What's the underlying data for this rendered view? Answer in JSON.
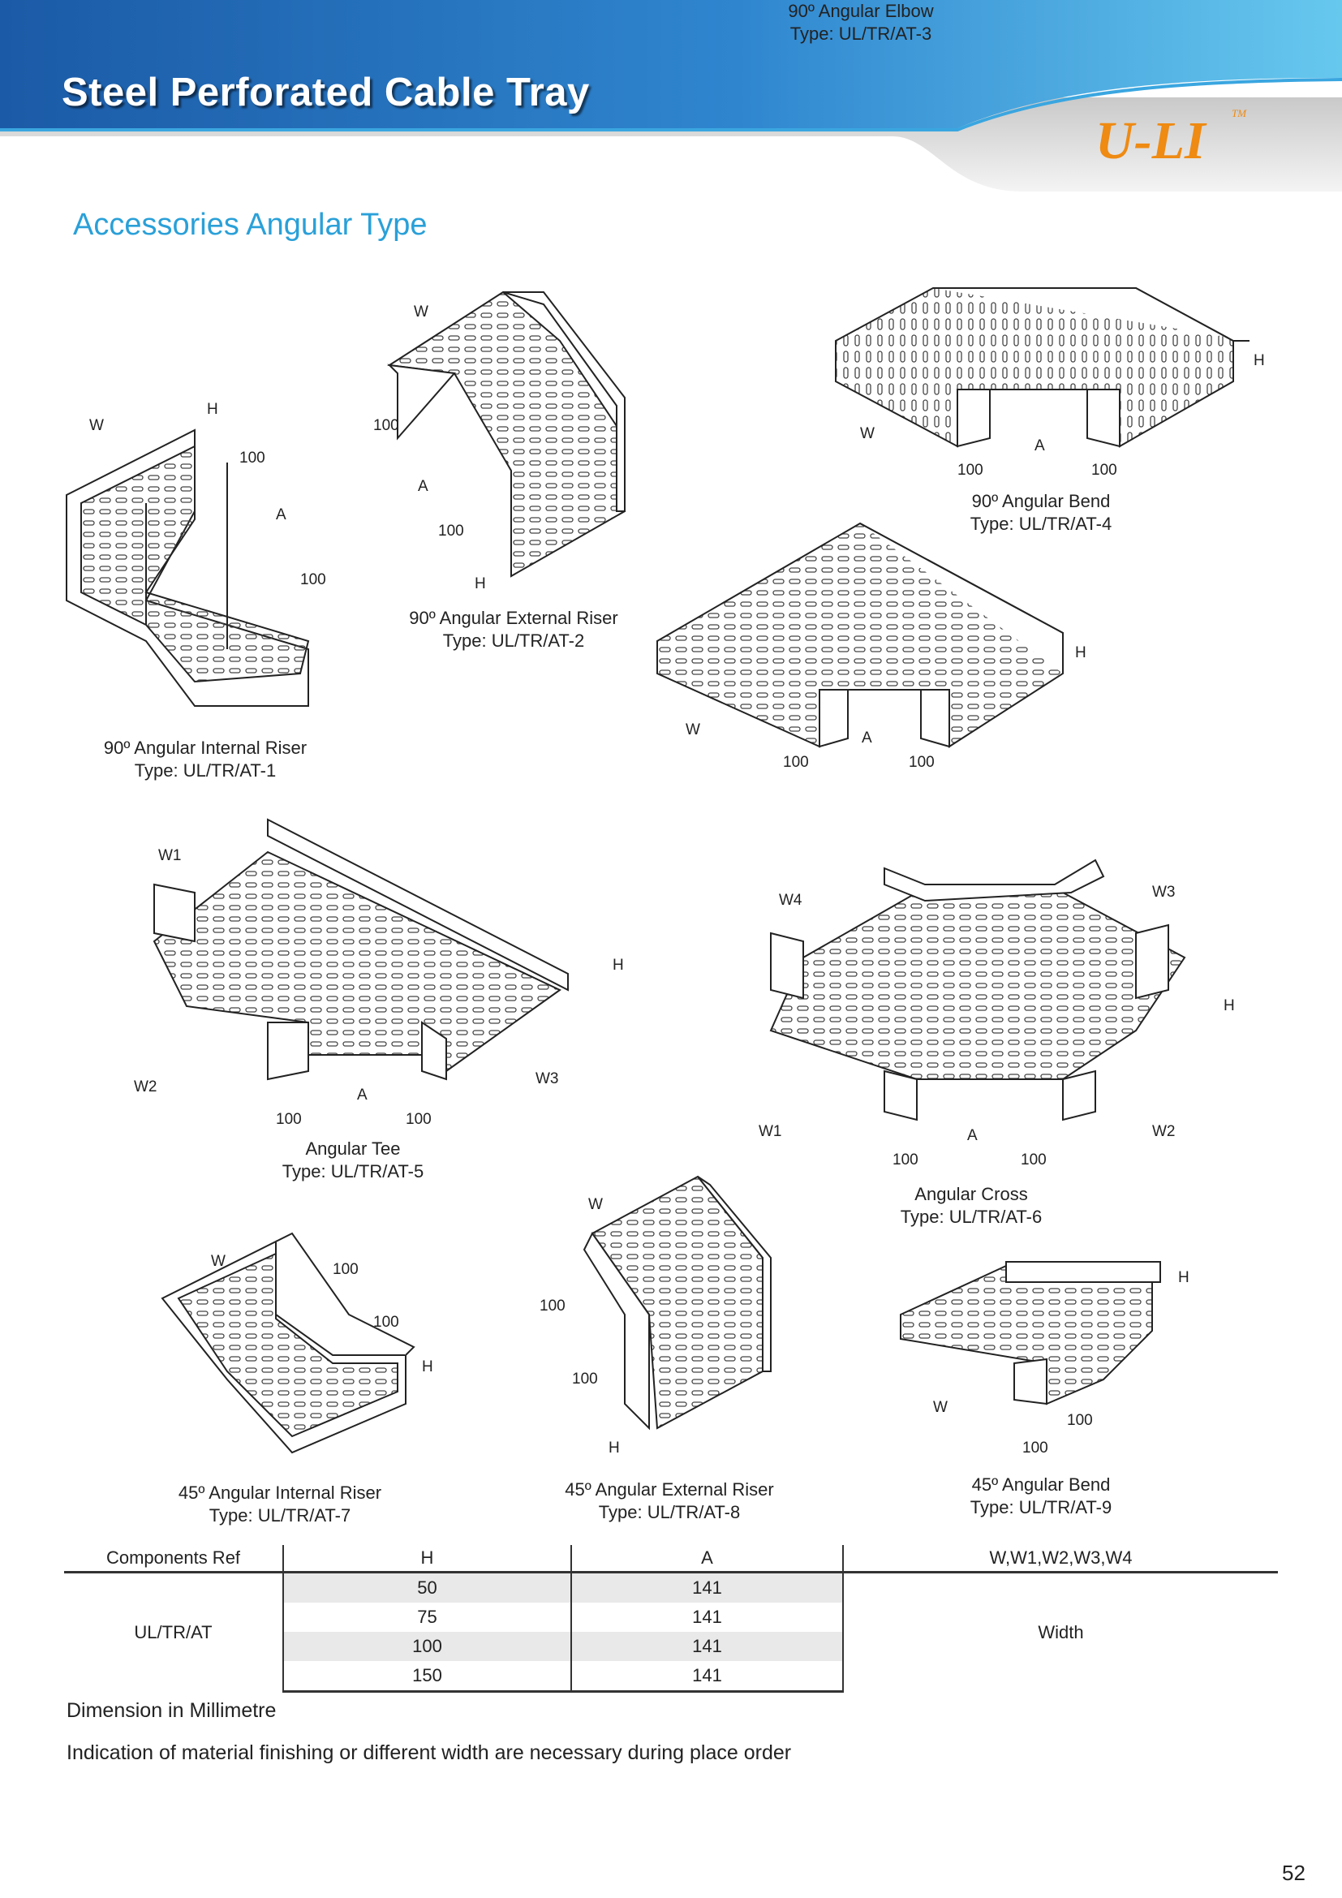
{
  "header": {
    "title": "Steel Perforated Cable Tray",
    "logo": "U-LI",
    "trademark": "TM",
    "colors": {
      "band_dark": "#1b5aa6",
      "band_light": "#67c8ee",
      "logo": "#ef8a12",
      "section": "#2aa0d8"
    }
  },
  "section_title": "Accessories Angular Type",
  "products": [
    {
      "name": "90º Angular Internal Riser",
      "type": "Type: UL/TR/AT-1",
      "labels": {
        "w": "W",
        "h": "H",
        "a": "A",
        "d1": "100",
        "d2": "100"
      }
    },
    {
      "name": "90º Angular External Riser",
      "type": "Type: UL/TR/AT-2",
      "labels": {
        "w": "W",
        "h": "H",
        "a": "A",
        "d1": "100",
        "d2": "100"
      }
    },
    {
      "name": "90º Angular Elbow",
      "type": "Type: UL/TR/AT-3",
      "labels": {
        "w": "W",
        "h": "H",
        "a": "A",
        "d1": "100",
        "d2": "100"
      }
    },
    {
      "name": "90º Angular Bend",
      "type": "Type: UL/TR/AT-4",
      "labels": {
        "w": "W",
        "h": "H",
        "a": "A",
        "d1": "100",
        "d2": "100"
      }
    },
    {
      "name": "Angular Tee",
      "type": "Type: UL/TR/AT-5",
      "labels": {
        "w1": "W1",
        "w2": "W2",
        "w3": "W3",
        "h": "H",
        "a": "A",
        "d1": "100",
        "d2": "100"
      }
    },
    {
      "name": "Angular Cross",
      "type": "Type: UL/TR/AT-6",
      "labels": {
        "w1": "W1",
        "w2": "W2",
        "w3": "W3",
        "w4": "W4",
        "h": "H",
        "a": "A",
        "d1": "100",
        "d2": "100"
      }
    },
    {
      "name": "45º Angular Internal Riser",
      "type": "Type: UL/TR/AT-7",
      "labels": {
        "w": "W",
        "h": "H",
        "d1": "100",
        "d2": "100"
      }
    },
    {
      "name": "45º Angular External Riser",
      "type": "Type: UL/TR/AT-8",
      "labels": {
        "w": "W",
        "h": "H",
        "d1": "100",
        "d2": "100"
      }
    },
    {
      "name": "45º Angular Bend",
      "type": "Type: UL/TR/AT-9",
      "labels": {
        "w": "W",
        "h": "H",
        "d1": "100",
        "d2": "100"
      }
    }
  ],
  "table": {
    "headers": [
      "Components Ref",
      "H",
      "A",
      "W,W1,W2,W3,W4"
    ],
    "ref": "UL/TR/AT",
    "rows": [
      {
        "h": "50",
        "a": "141"
      },
      {
        "h": "75",
        "a": "141"
      },
      {
        "h": "100",
        "a": "141"
      },
      {
        "h": "150",
        "a": "141"
      }
    ],
    "width_label": "Width"
  },
  "notes": [
    "Dimension in Millimetre",
    "Indication of material finishing or different width are necessary during place order"
  ],
  "page_number": "52"
}
